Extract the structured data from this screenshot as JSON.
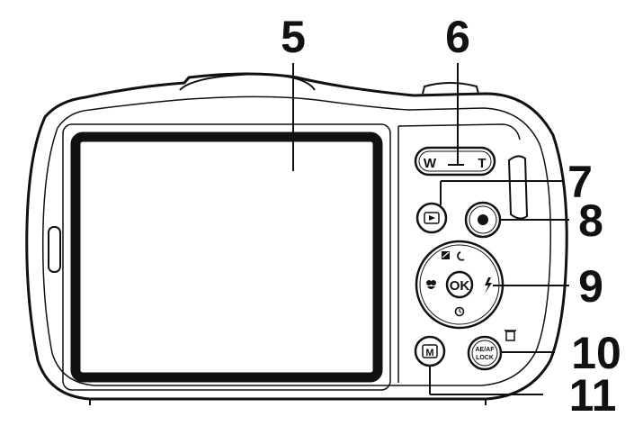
{
  "colors": {
    "ink": "#111111",
    "paper": "#ffffff",
    "screen_border": "#111111"
  },
  "callouts": [
    {
      "number": "5",
      "part": "lcd-screen"
    },
    {
      "number": "6",
      "part": "zoom-rocker"
    },
    {
      "number": "7",
      "part": "playback-button"
    },
    {
      "number": "8",
      "part": "record-button"
    },
    {
      "number": "9",
      "part": "ok-dpad"
    },
    {
      "number": "10",
      "part": "ae-af-lock-button"
    },
    {
      "number": "11",
      "part": "menu-button"
    }
  ],
  "buttons": {
    "zoom_wide": "W",
    "zoom_tele": "T",
    "ok": "OK",
    "menu": "M",
    "lock_line1": "AE/AF",
    "lock_line2": "LOCK"
  },
  "icons": {
    "playback": "play-icon",
    "record": "record-dot-icon",
    "exposure": "exposure-compensation-icon",
    "rotate": "rotate-icon",
    "macro": "macro-flower-icon",
    "flash": "flash-icon",
    "selftimer": "self-timer-icon",
    "trash": "trash-icon"
  }
}
